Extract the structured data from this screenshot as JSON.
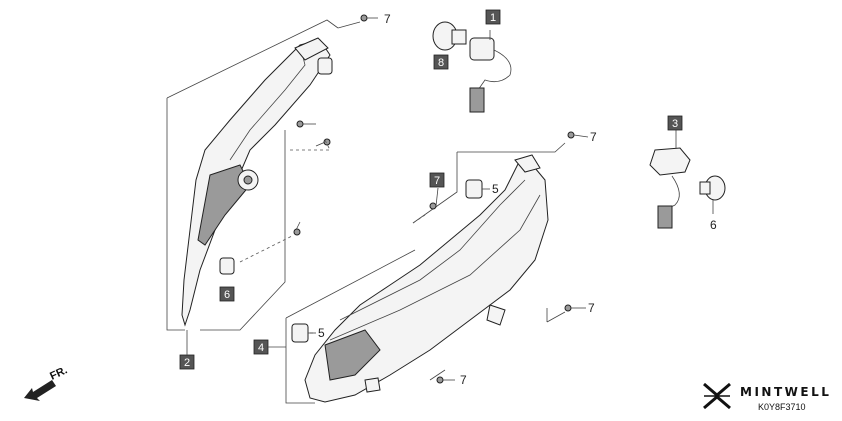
{
  "callouts": [
    {
      "number": "1",
      "style": "box"
    },
    {
      "number": "2",
      "style": "box"
    },
    {
      "number": "3",
      "style": "box"
    },
    {
      "number": "4",
      "style": "box"
    },
    {
      "number": "5",
      "style": "box"
    },
    {
      "number": "6",
      "style": "box"
    },
    {
      "number": "7",
      "style": "box"
    },
    {
      "number": "8",
      "style": "box"
    }
  ],
  "plain_labels": {
    "seven": "7",
    "five": "5",
    "six": "6"
  },
  "direction_marker": {
    "text": "FR."
  },
  "brand": {
    "name": "MINTWELL",
    "diagram_code": "K0Y8F3710"
  },
  "colors": {
    "callout_fill": "#555555",
    "line": "#444444",
    "background": "#ffffff"
  }
}
